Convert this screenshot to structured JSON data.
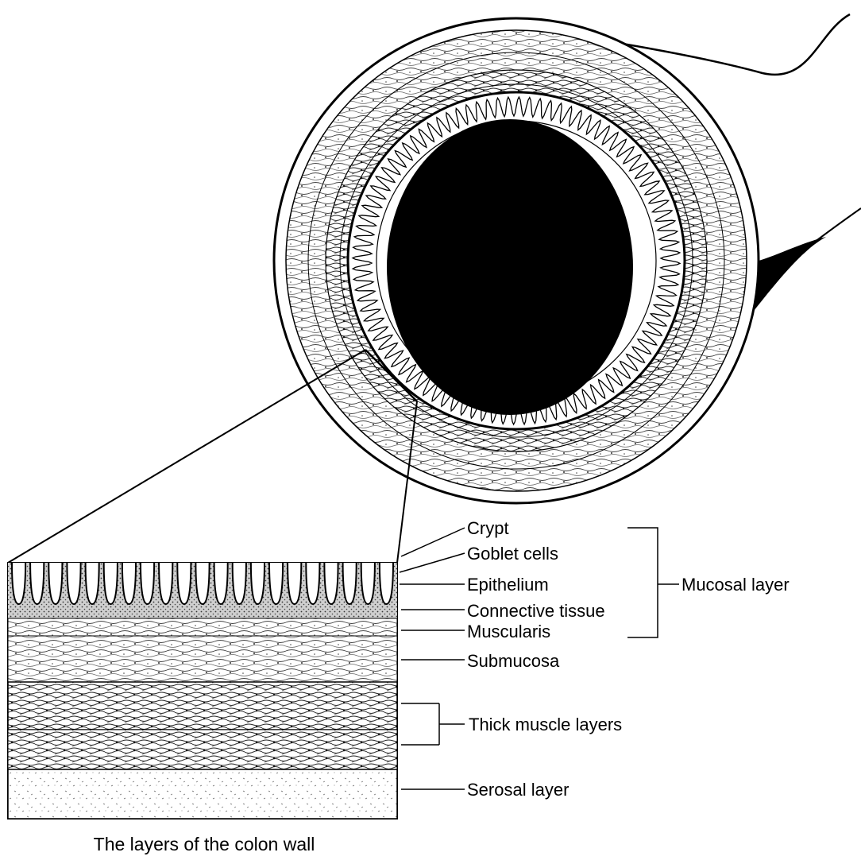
{
  "diagram": {
    "caption": "The layers of the colon wall",
    "labels": {
      "crypt": "Crypt",
      "goblet_cells": "Goblet cells",
      "epithelium": "Epithelium",
      "connective_tissue": "Connective tissue",
      "muscularis": "Muscularis",
      "submucosa": "Submucosa",
      "thick_muscle_layers": "Thick muscle layers",
      "serosal_layer": "Serosal layer",
      "mucosal_layer": "Mucosal layer"
    }
  }
}
